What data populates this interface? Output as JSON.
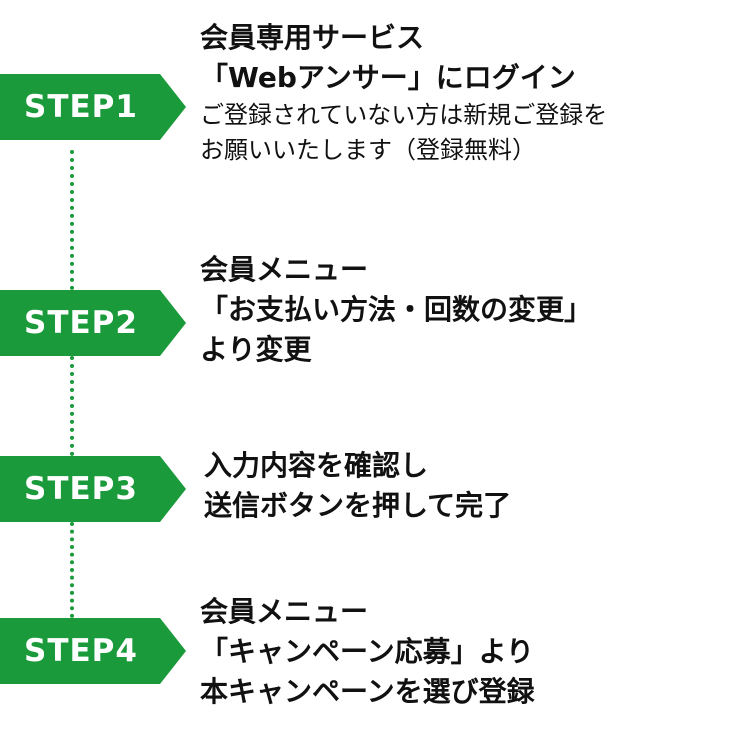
{
  "brand": {
    "accent_color": "#1a9a3a"
  },
  "steps": [
    {
      "badge": "STEP1",
      "lines": [
        "会員専用サービス",
        "「Webアンサー」にログイン"
      ],
      "note_lines": [
        "ご登録されていない方は新規ご登録を",
        "お願いいたします（登録無料）"
      ]
    },
    {
      "badge": "STEP2",
      "lines": [
        "会員メニュー",
        "「お支払い方法・回数の変更」",
        "より変更"
      ]
    },
    {
      "badge": "STEP3",
      "lines": [
        "入力内容を確認し",
        "送信ボタンを押して完了"
      ]
    },
    {
      "badge": "STEP4",
      "lines": [
        "会員メニュー",
        "「キャンペーン応募」より",
        "本キャンペーンを選び登録"
      ]
    }
  ]
}
